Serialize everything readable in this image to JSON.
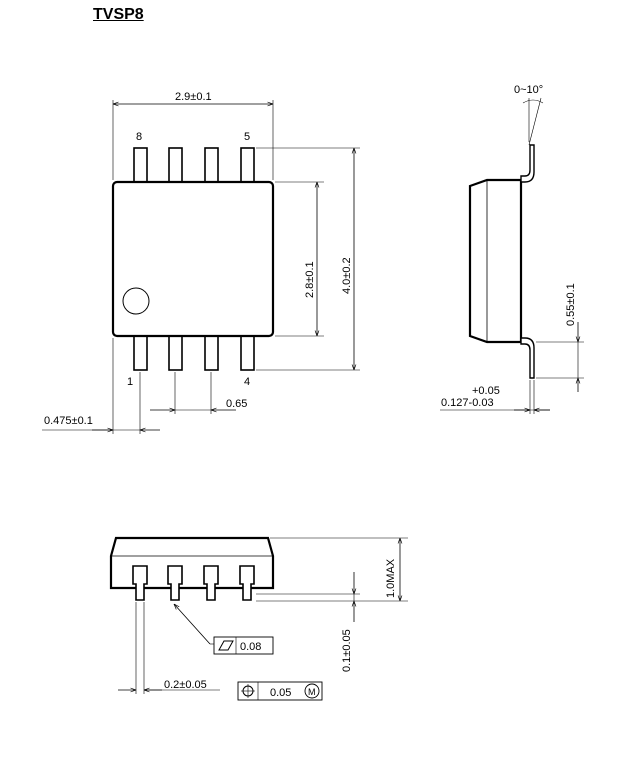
{
  "title": "TVSP8",
  "top_view": {
    "width_dim": "2.9±0.1",
    "body_height_dim": "2.8±0.1",
    "total_height_dim": "4.0±0.2",
    "pin_pitch_dim": "0.65",
    "edge_pin_dim": "0.475±0.1",
    "pin_label_8": "8",
    "pin_label_5": "5",
    "pin_label_1": "1",
    "pin_label_4": "4"
  },
  "side_view": {
    "angle_dim": "0~10°",
    "standoff_dim": "0.55±0.1",
    "lead_thickness_upper": "+0.05",
    "lead_thickness_main": "0.127-0.03"
  },
  "front_view": {
    "height_dim": "1.0MAX",
    "standoff_dim": "0.1±0.05",
    "lead_width_dim": "0.2±0.05",
    "flatness_value": "0.08",
    "position_value": "0.05",
    "mmc_symbol": "M"
  }
}
